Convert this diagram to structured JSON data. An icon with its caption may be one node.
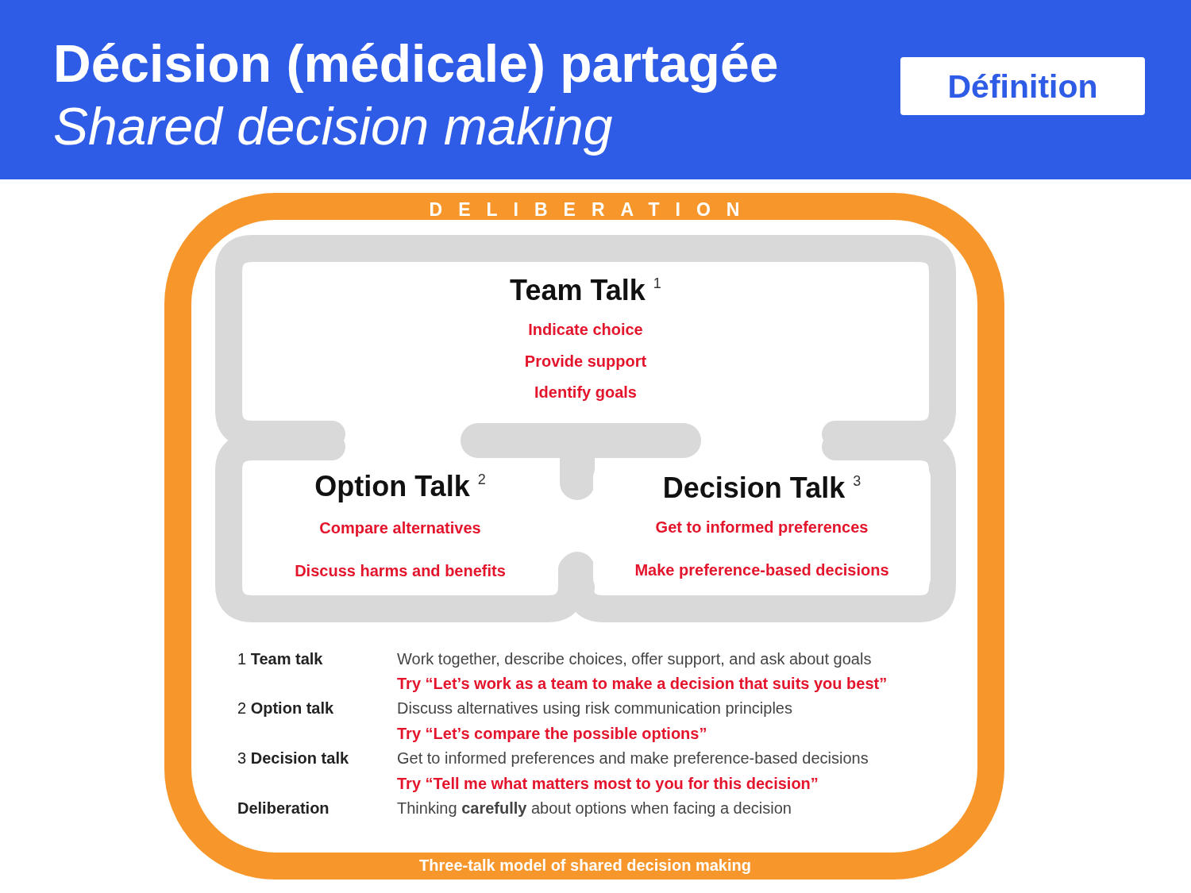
{
  "diagram": {
    "title": "Décision (médicale) partagée",
    "caption": "Three-talk model of shared decision making",
    "nodes": [
      {
        "text": [
          "Définition"
        ]
      },
      {
        "text": [
          "DELIBERATION"
        ]
      },
      {
        "text": [
          "Team Talk $^{1}$",
          "Indicate choice",
          "Provide support",
          "Identify goals"
        ],
        "in": 1
      },
      {
        "text": [
          "Option Talk $^{2}$",
          "Compare alternatives",
          "Discuss harms and benefits"
        ],
        "in": 1
      },
      {
        "text": [
          "Decision Talk $^{3}$",
          "Get to informed preferences",
          "Make preference-based decisions"
        ],
        "in": 1
      }
    ],
    "labels": [
      "Shared decision making",
      "1 **Team talk**",
      "Work together, describe choices, offer support, and ask about goals",
      "Try “Let’s work as a team to make a decision that suits you best”",
      "2 **Option talk**",
      "Discuss alternatives using risk communication principles",
      "Try “Let’s compare the possible options”",
      "3 **Decision talk**",
      "Get to informed preferences and make preference-based decisions",
      "Try “Tell me what matters most to you for this decision”",
      "Deliberation",
      "Thinking **carefully** about options when facing a decision"
    ]
  }
}
